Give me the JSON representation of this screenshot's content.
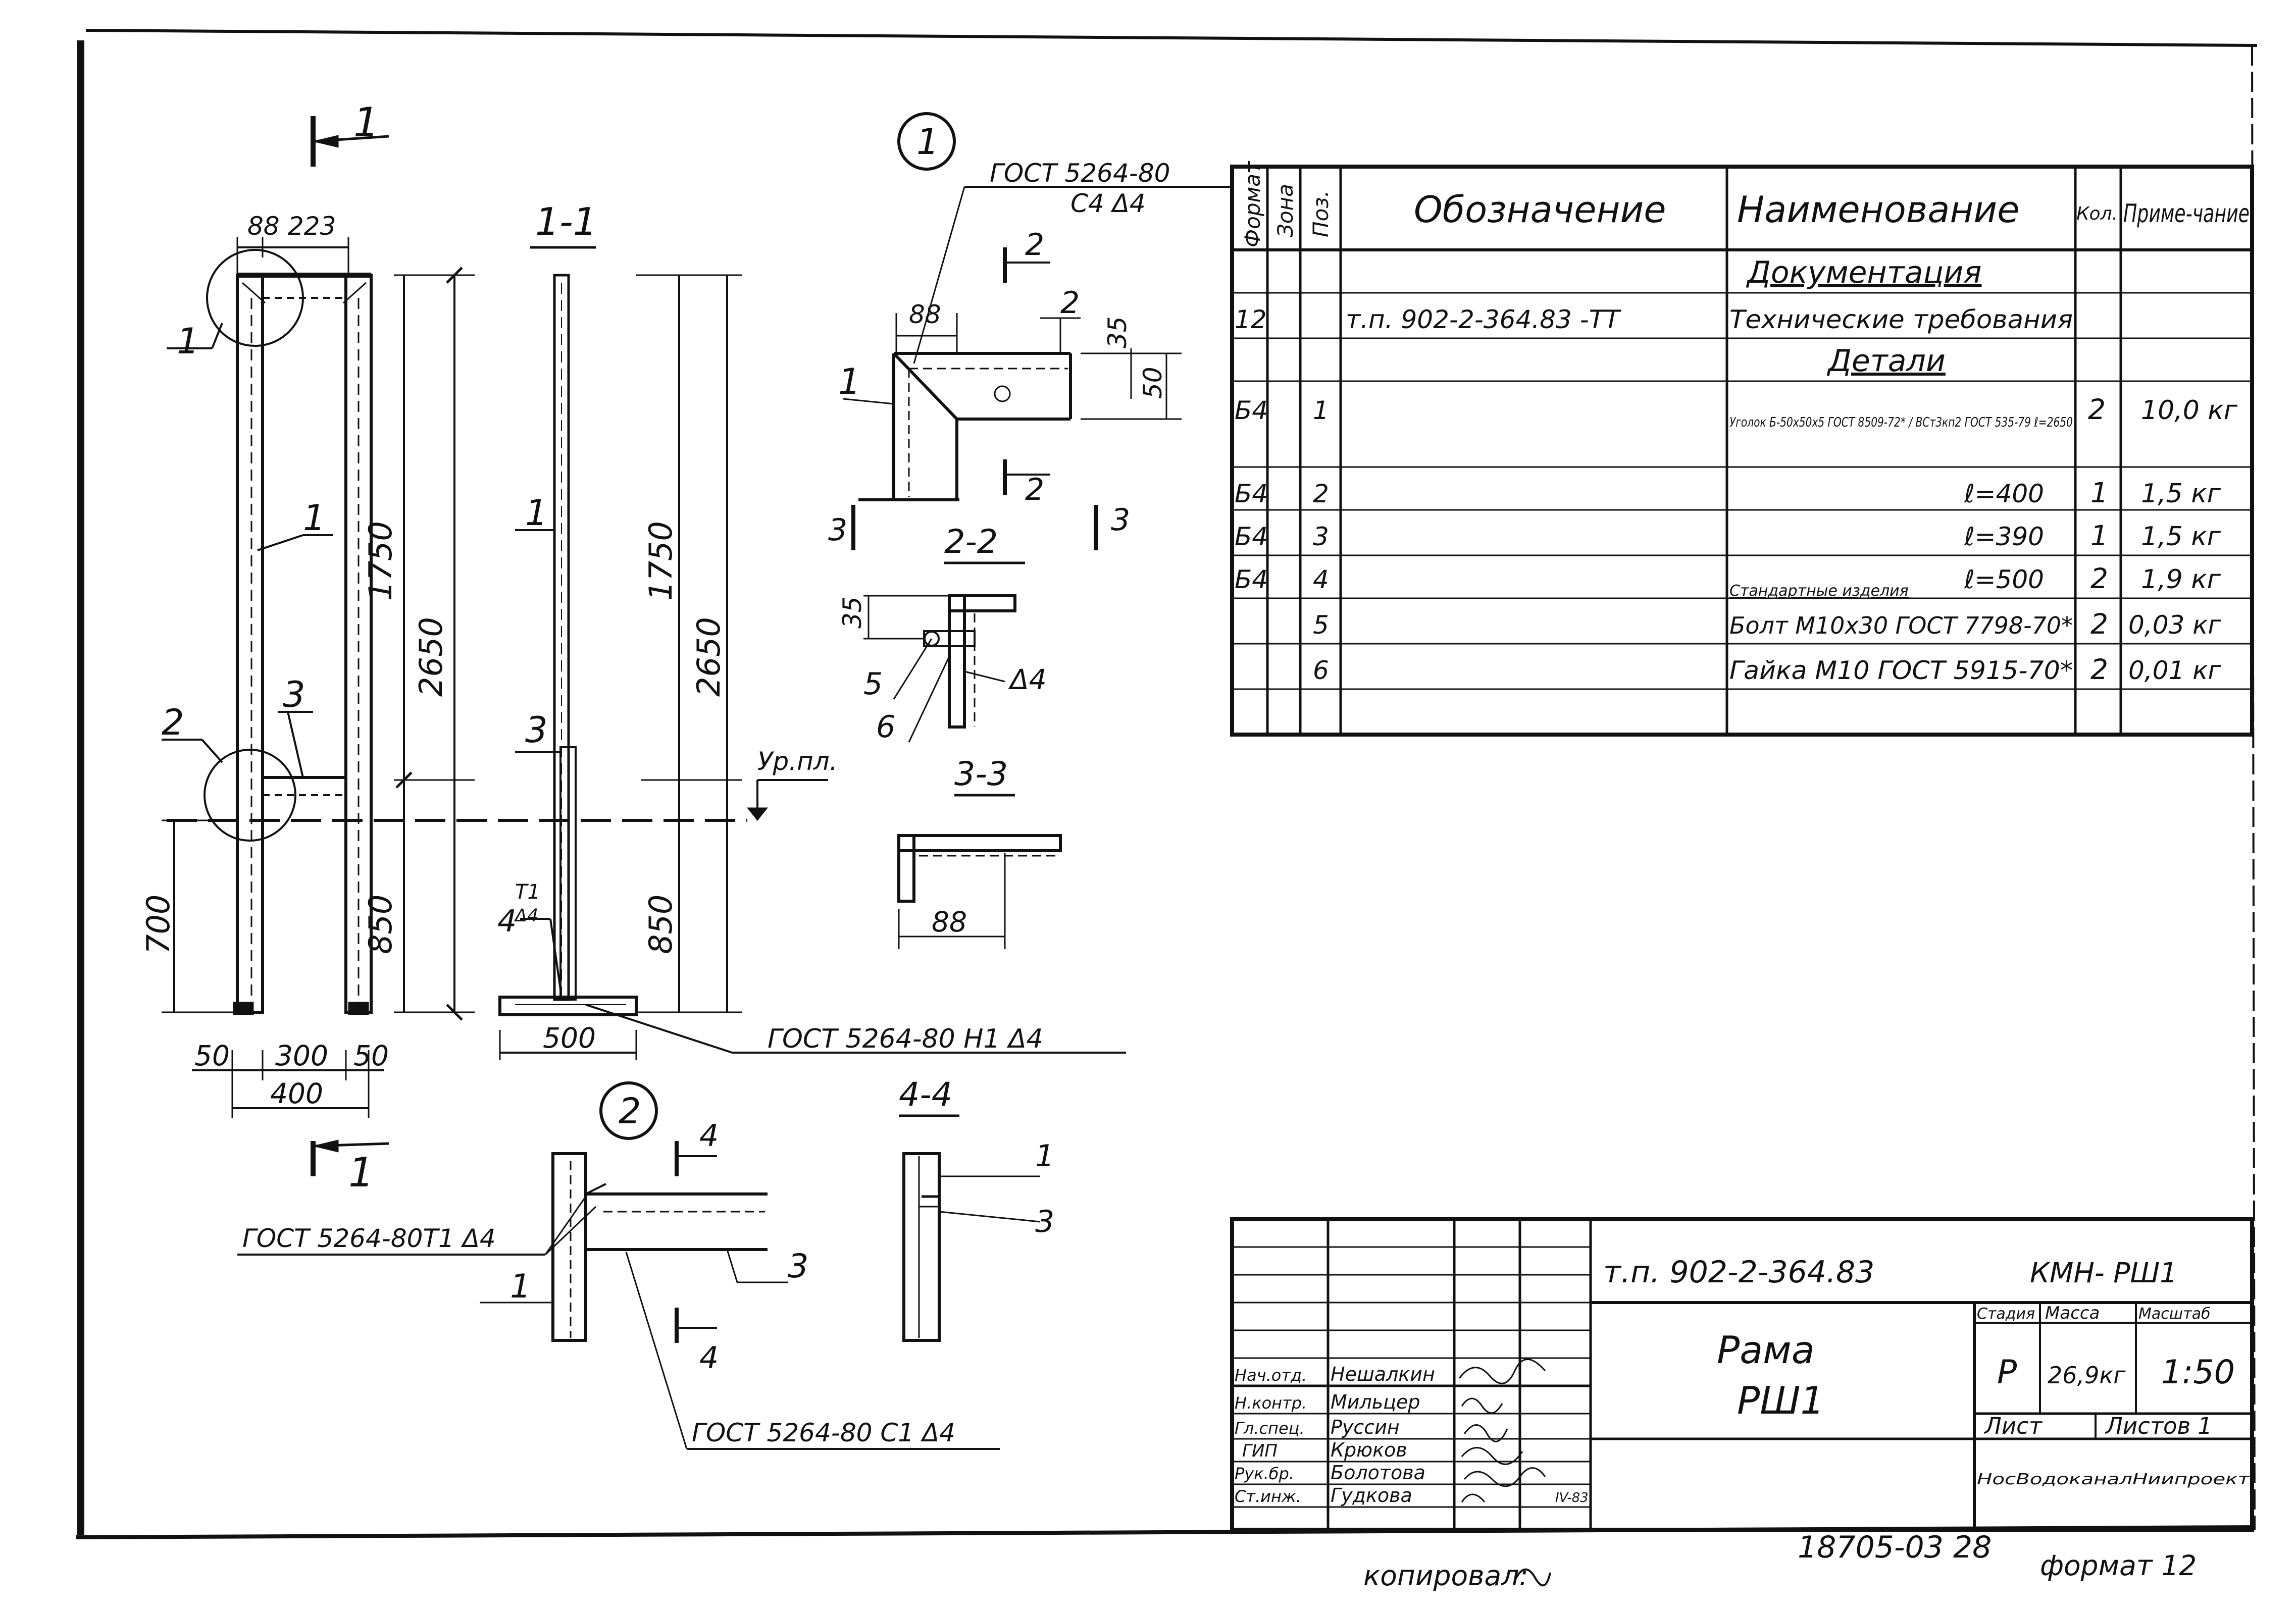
{
  "drawing": {
    "front_view": {
      "cut_mark_top": "1",
      "cut_mark_bottom": "1",
      "dim_top_88": "88",
      "dim_top_223": "223",
      "dim_1750": "1750",
      "dim_2650": "2650",
      "dim_850": "850",
      "dim_700": "700",
      "dim_50_left": "50",
      "dim_300": "300",
      "dim_50_right": "50",
      "dim_400": "400",
      "callout_1": "1",
      "callout_2": "2",
      "callout_3": "3",
      "leader_1": "1"
    },
    "section_1_1": {
      "title": "1-1",
      "pos_1": "1",
      "pos_3": "3",
      "pos_4": "4",
      "weld_t1": "T1",
      "weld_d4": "Δ4",
      "dim_1750": "1750",
      "dim_2650": "2650",
      "dim_850": "850",
      "dim_500": "500",
      "level_label": "Ур.пл.",
      "gost_weld": "ГОСТ 5264-80  Н1   Δ4"
    },
    "node_1": {
      "circle_label": "1",
      "gost": "ГОСТ 5264-80",
      "weld": "С4  Δ4",
      "dim_88": "88",
      "dim_35": "35",
      "dim_50": "50",
      "pos_1": "1",
      "pos_2": "2",
      "cut_2_top": "2",
      "cut_2_bottom": "2",
      "cut_3_left": "3",
      "cut_3_right": "3"
    },
    "section_2_2": {
      "title": "2-2",
      "dim_35": "35",
      "pos_5": "5",
      "pos_6": "6",
      "weld": "Δ4"
    },
    "section_3_3": {
      "title": "3-3",
      "dim_88": "88"
    },
    "node_2": {
      "circle_label": "2",
      "gost": "ГОСТ 5264-80Т1   Δ4",
      "gost_bottom": "ГОСТ 5264-80 С1 Δ4",
      "pos_1": "1",
      "pos_3": "3",
      "cut_4_top": "4",
      "cut_4_bottom": "4"
    },
    "section_4_4": {
      "title": "4-4",
      "pos_1": "1",
      "pos_3": "3"
    }
  },
  "spec_table": {
    "headers": [
      "Формат",
      "Зона",
      "Поз.",
      "Обозначение",
      "Наименование",
      "Кол.",
      "Приме-чание"
    ],
    "section_docs": "Документация",
    "section_parts": "Детали",
    "rows": [
      {
        "format": "12",
        "zone": "",
        "pos": "",
        "designation": "т.п. 902-2-364.83     -ТТ",
        "name": "Технические требования",
        "qty": "",
        "note": ""
      },
      {
        "format": "Б4",
        "zone": "",
        "pos": "1",
        "designation": "",
        "name": "Уголок Б-50х50х5 ГОСТ 8509-72* / ВСт3кп2 ГОСТ 535-79  ℓ=2650",
        "qty": "2",
        "note": "10,0 кг"
      },
      {
        "format": "Б4",
        "zone": "",
        "pos": "2",
        "designation": "",
        "name": "ℓ=400",
        "qty": "1",
        "note": "1,5 кг"
      },
      {
        "format": "Б4",
        "zone": "",
        "pos": "3",
        "designation": "",
        "name": "ℓ=390",
        "qty": "1",
        "note": "1,5 кг"
      },
      {
        "format": "Б4",
        "zone": "",
        "pos": "4",
        "designation": "",
        "name": "ℓ=500",
        "qty": "2",
        "note": "1,9 кг"
      },
      {
        "format": "",
        "zone": "",
        "pos": "5",
        "designation": "",
        "name": "Болт М10х30 ГОСТ 7798-70*",
        "qty": "2",
        "note": "0,03 кг"
      },
      {
        "format": "",
        "zone": "",
        "pos": "6",
        "designation": "",
        "name": "Гайка М10 ГОСТ 5915-70*",
        "qty": "2",
        "note": "0,01 кг"
      }
    ],
    "standard_items_label": "Стандартные изделия"
  },
  "title_block": {
    "project_code": "т.п. 902-2-364.83",
    "sheet_code": "КМН- РШ1",
    "name_line1": "Рама",
    "name_line2": "РШ1",
    "stage_header": "Стадия",
    "mass_header": "Масса",
    "scale_header": "Масштаб",
    "stage": "Р",
    "mass": "26,9кг",
    "scale": "1:50",
    "sheet_label": "Лист",
    "sheets_label": "Листов 1",
    "organization": "НосВодоканалНиипроект",
    "signers": [
      {
        "role": "Нач.отд.",
        "name": "Нешалкин",
        "date": ""
      },
      {
        "role": "Н.контр.",
        "name": "Мильцер",
        "date": ""
      },
      {
        "role": "Гл.спец.",
        "name": "Руссин",
        "date": ""
      },
      {
        "role": "ГИП",
        "name": "Крюков",
        "date": ""
      },
      {
        "role": "Рук.бр.",
        "name": "Болотова",
        "date": ""
      },
      {
        "role": "Ст.инж.",
        "name": "Гудкова",
        "date": "IV-83"
      }
    ]
  },
  "footer": {
    "copied_by": "копировал: ",
    "archive_number": "18705-03  28",
    "format": "формат 12"
  }
}
